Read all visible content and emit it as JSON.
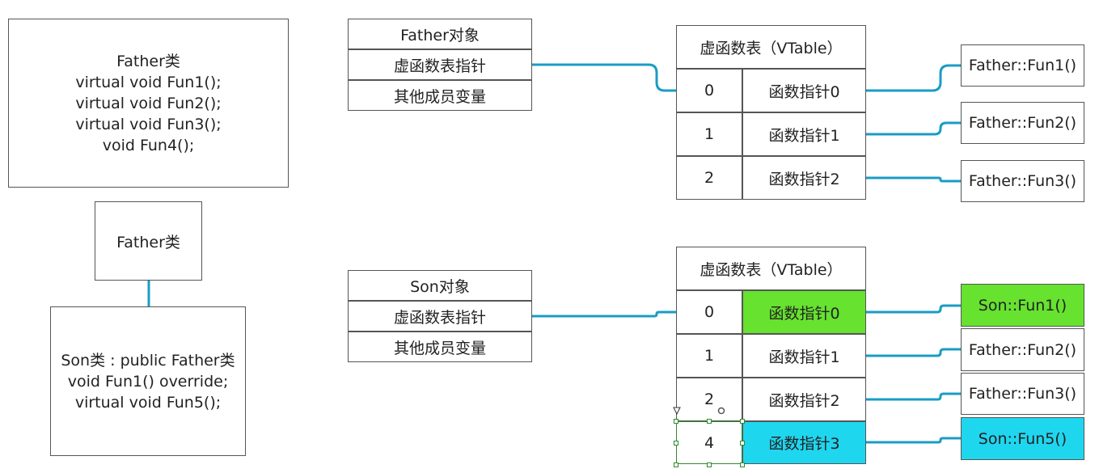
{
  "colors": {
    "connector": "#1a9cc4",
    "override_fill": "#66e22f",
    "new_fill": "#1fd6ef",
    "selection": "#2e8b2e"
  },
  "father_class": {
    "lines": [
      "Father类",
      "virtual void Fun1();",
      "virtual void Fun2();",
      "virtual void Fun3();",
      "void Fun4();"
    ]
  },
  "inheritance": {
    "parent": "Father类",
    "child_lines": [
      "Son类 : public Father类",
      "void Fun1() override;",
      "virtual void Fun5();"
    ]
  },
  "father_object": {
    "title": "Father对象",
    "vptr": "虚函数表指针",
    "members": "其他成员变量"
  },
  "son_object": {
    "title": "Son对象",
    "vptr": "虚函数表指针",
    "members": "其他成员变量"
  },
  "father_vtable": {
    "title": "虚函数表（VTable）",
    "rows": [
      {
        "index": "0",
        "pointer": "函数指针0",
        "target": "Father::Fun1()"
      },
      {
        "index": "1",
        "pointer": "函数指针1",
        "target": "Father::Fun2()"
      },
      {
        "index": "2",
        "pointer": "函数指针2",
        "target": "Father::Fun3()"
      }
    ]
  },
  "son_vtable": {
    "title": "虚函数表（VTable）",
    "rows": [
      {
        "index": "0",
        "pointer": "函数指针0",
        "target": "Son::Fun1()",
        "highlight": "override"
      },
      {
        "index": "1",
        "pointer": "函数指针1",
        "target": "Father::Fun2()"
      },
      {
        "index": "2",
        "pointer": "函数指针2",
        "target": "Father::Fun3()"
      },
      {
        "index": "4",
        "pointer": "函数指针3",
        "target": "Son::Fun5()",
        "highlight": "new"
      }
    ]
  }
}
